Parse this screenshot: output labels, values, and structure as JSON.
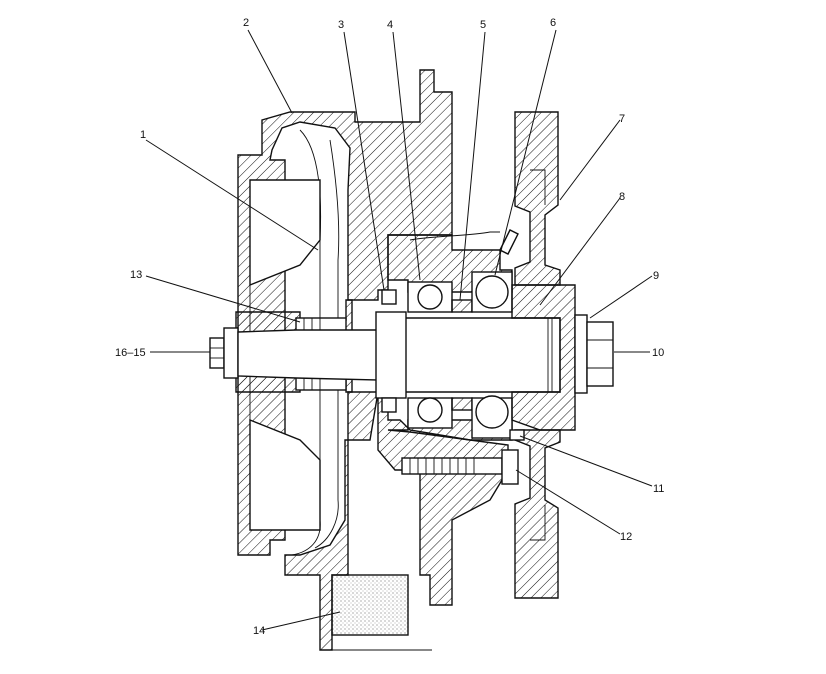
{
  "diagram": {
    "callouts": [
      {
        "id": "c1",
        "text": "1"
      },
      {
        "id": "c2",
        "text": "2"
      },
      {
        "id": "c3",
        "text": "3"
      },
      {
        "id": "c4",
        "text": "4"
      },
      {
        "id": "c5",
        "text": "5"
      },
      {
        "id": "c6",
        "text": "6"
      },
      {
        "id": "c7",
        "text": "7"
      },
      {
        "id": "c8",
        "text": "8"
      },
      {
        "id": "c9",
        "text": "9"
      },
      {
        "id": "c10",
        "text": "10"
      },
      {
        "id": "c11",
        "text": "11"
      },
      {
        "id": "c12",
        "text": "12"
      },
      {
        "id": "c13",
        "text": "13"
      },
      {
        "id": "c14",
        "text": "14"
      },
      {
        "id": "c1615",
        "text": "16–15"
      }
    ]
  }
}
